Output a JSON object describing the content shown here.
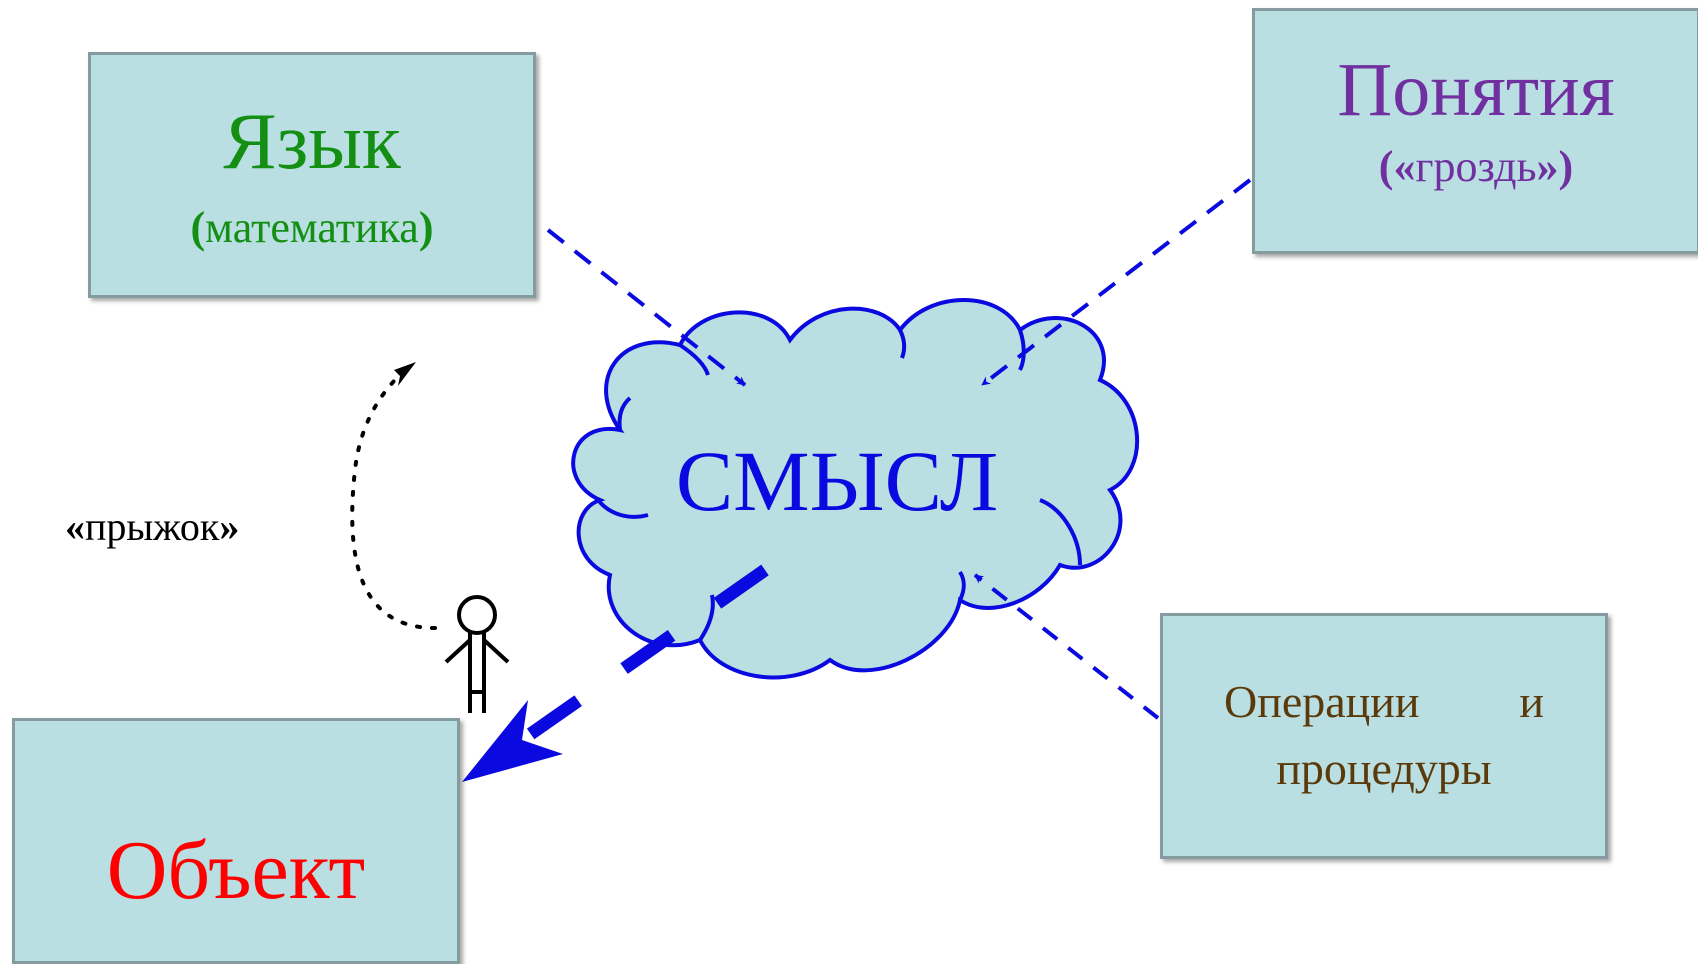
{
  "lang_box": {
    "title": "Язык",
    "paren_open": "(",
    "subtitle": "математика",
    "paren_close": ")"
  },
  "concepts_box": {
    "title": "Понятия",
    "paren_open": "(«",
    "subtitle": "гроздь",
    "paren_close": "»)"
  },
  "object_box": {
    "title": "Объект"
  },
  "ops_box": {
    "text": "Операции и процедуры"
  },
  "cloud": {
    "label": "СМЫСЛ"
  },
  "jump": {
    "quote_open": "«",
    "label": "прыжок",
    "quote_close": "»"
  },
  "colors": {
    "box_fill": "#b9dfe2",
    "box_border": "#849c9f",
    "arrow_blue": "#0a0ae0",
    "lang_green": "#148f14",
    "concepts_purple": "#7130a0",
    "object_red": "#ff0000",
    "ops_brown": "#5a3a0a"
  }
}
